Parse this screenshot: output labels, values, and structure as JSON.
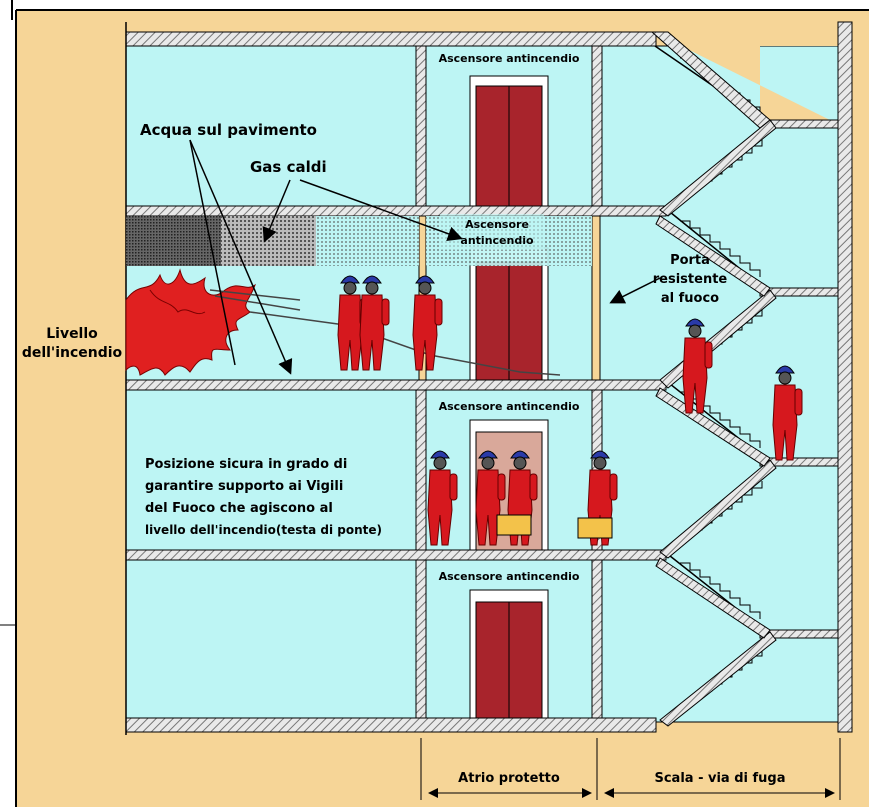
{
  "diagram": {
    "elevator_label": "Ascensore antincendio",
    "elevator_label_fire_line1": "Ascensore",
    "elevator_label_fire_line2": "antincendio",
    "water_label": "Acqua sul pavimento",
    "hot_gas_label": "Gas caldi",
    "fire_level_line1": "Livello",
    "fire_level_line2": "dell'incendio",
    "fire_door_line1": "Porta",
    "fire_door_line2": "resistente",
    "fire_door_line3": "al fuoco",
    "safe_position_lines": [
      "Posizione sicura in grado di",
      "garantire supporto ai Vigili",
      "del Fuoco che agiscono al",
      "livello dell'incendio(testa di ponte)"
    ],
    "protected_lobby_label": "Atrio protetto",
    "escape_stair_label": "Scala - via di fuga",
    "colors": {
      "background": "#f6d597",
      "room": "#bdf5f4",
      "wall_hatch": "#9a9a9a",
      "elevator": "#a8242c",
      "firefighter": "#d6181e",
      "helmet": "#2a3aa8",
      "fire": "#e02020"
    }
  }
}
